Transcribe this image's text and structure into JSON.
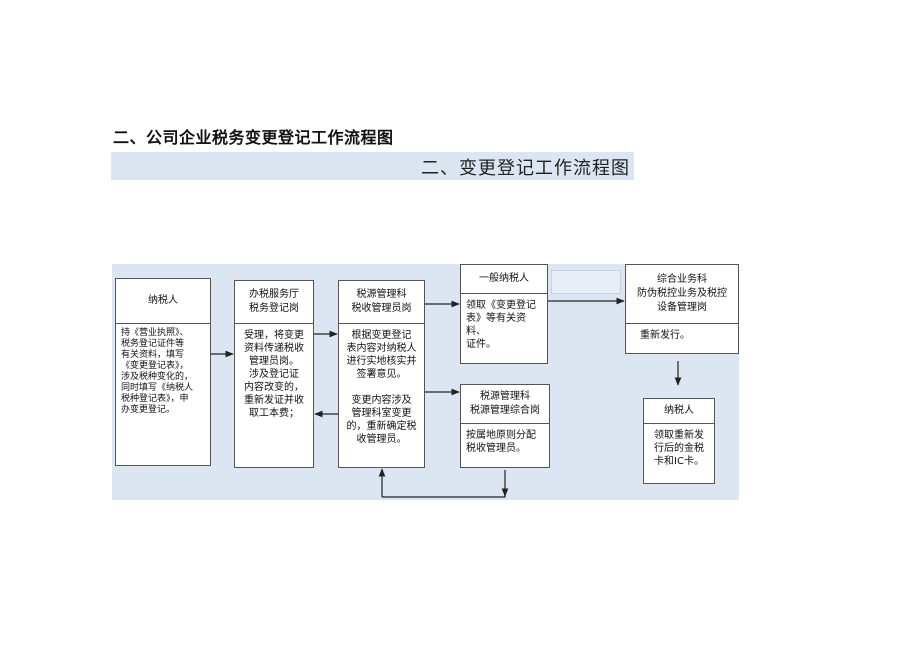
{
  "section_heading": "二、公司企业税务变更登记工作流程图",
  "banner_title": "二、变更登记工作流程图",
  "boxes": {
    "taxpayer": {
      "title": "纳税人",
      "body": "持《营业执照》、\n税务登记证件等\n有关资料，填写\n《变更登记表》，\n涉及税种变化的，\n同时填写《纳税人\n税种登记表》，申\n办变更登记。"
    },
    "service_hall": {
      "title": "办税服务厅\n税务登记岗",
      "body": "受理，将变更\n资料传递税收\n管理员岗。\n涉及登记证\n内容改变的，\n重新发证并收\n取工本费；"
    },
    "tax_admin": {
      "title": "税源管理科\n税收管理员岗",
      "body": "根据变更登记\n表内容对纳税人\n进行实地核实并\n签署意见。\n\n变更内容涉及\n管理科室变更\n的，重新确定税\n收管理员。"
    },
    "general_taxpayer": {
      "title": "一般纳税人",
      "body": "领取《变更登记\n表》等有关资料、\n证件。"
    },
    "composite": {
      "title": "综合业务科\n防伪税控业务及税控\n设备管理岗",
      "body": "重新发行。"
    },
    "source_composite": {
      "title": "税源管理科\n税源管理综合岗",
      "body": "按属地原则分配\n税收管理员。"
    },
    "taxpayer2": {
      "title": "纳税人",
      "body": "领取重新发\n行后的金税\n卡和IC卡。"
    }
  },
  "colors": {
    "panel_background": "#dce6f2",
    "box_border": "#555555",
    "arrow": "#222222"
  }
}
